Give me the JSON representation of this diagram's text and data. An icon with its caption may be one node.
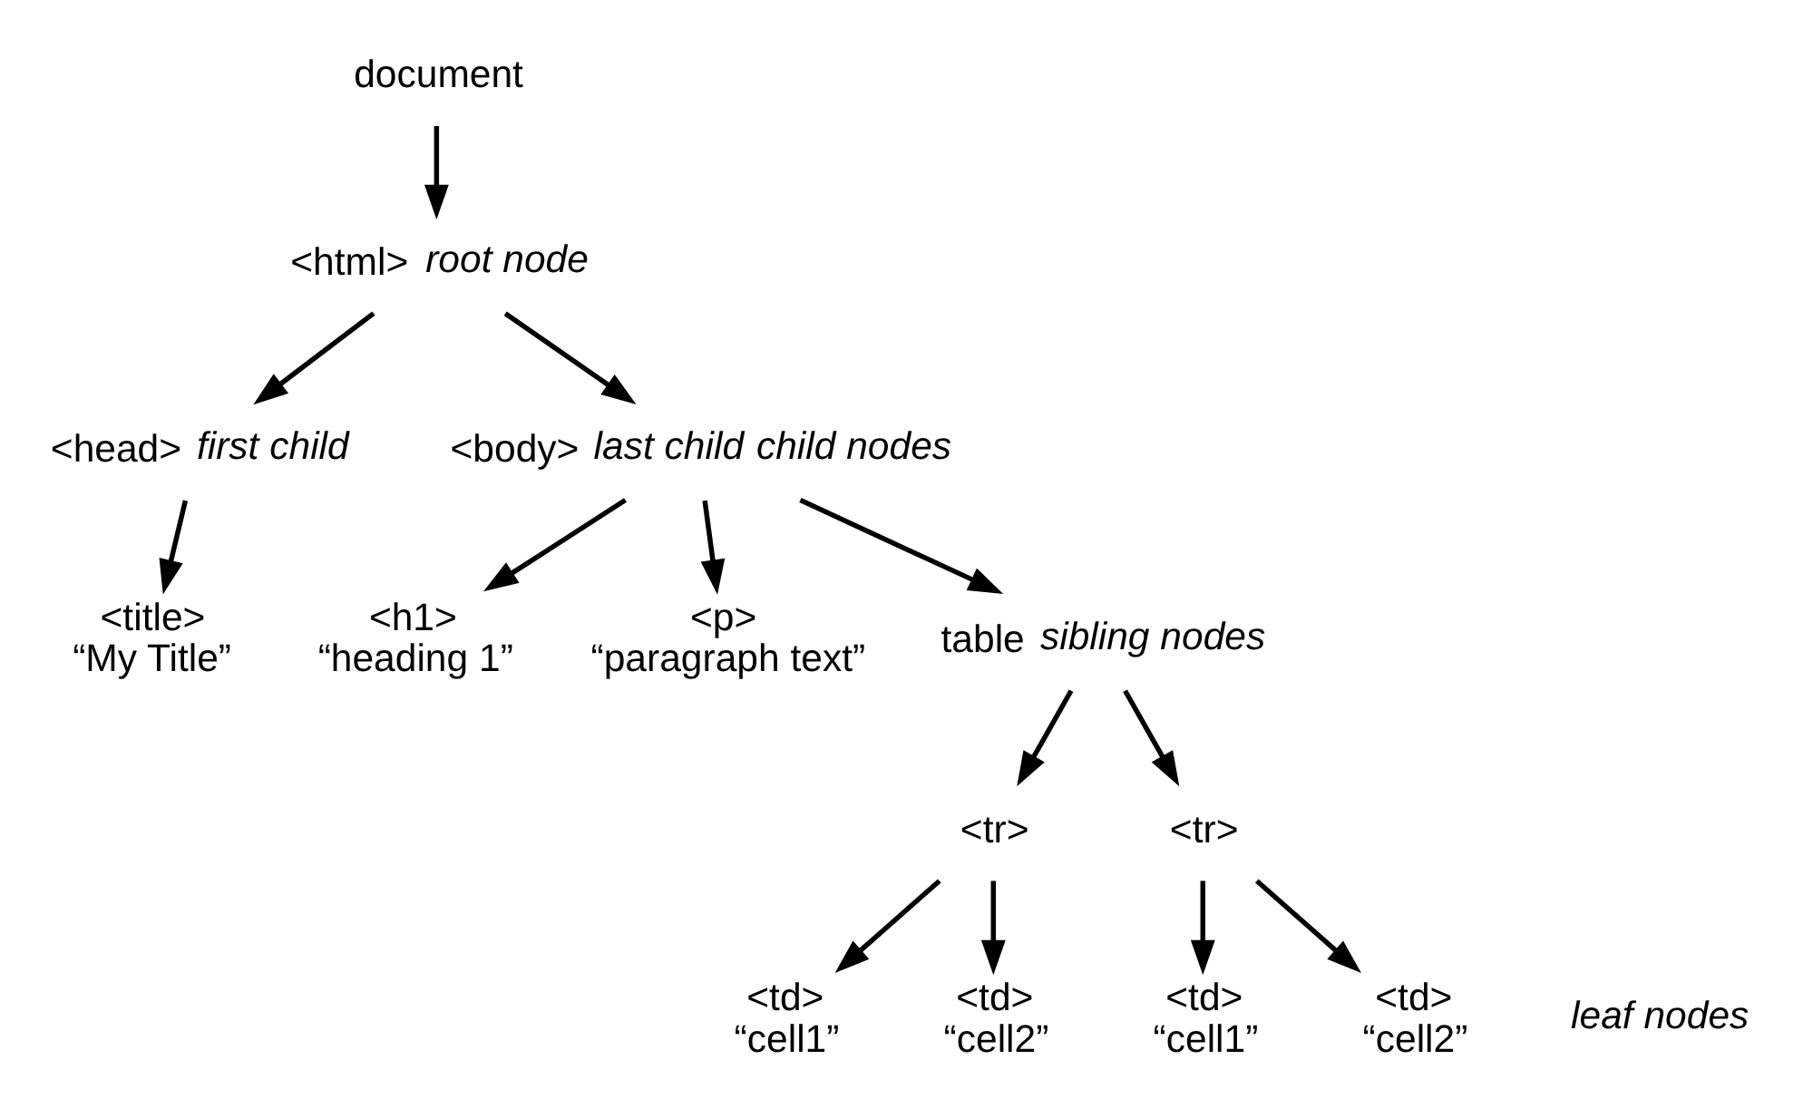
{
  "diagram": {
    "nodes": [
      {
        "text": [
          "document"
        ]
      },
      {
        "text": [
          "<html>"
        ],
        "beside": [
          "root node"
        ]
      },
      {
        "text": [
          "<head>"
        ],
        "beside": [
          "first child"
        ]
      },
      {
        "text": [
          "<body>"
        ],
        "beside": [
          "last child",
          "child nodes"
        ]
      },
      {
        "text": [
          "<title>",
          "“My Title”"
        ]
      },
      {
        "text": [
          "<h1>",
          "“heading 1”"
        ]
      },
      {
        "text": [
          "<p>",
          "“paragraph text”"
        ]
      },
      {
        "text": [
          "table"
        ],
        "beside": [
          "sibling nodes"
        ]
      },
      {
        "text": [
          "<tr>"
        ]
      },
      {
        "text": [
          "<tr>"
        ]
      },
      {
        "text": [
          "<td>",
          "“cell1”"
        ]
      },
      {
        "text": [
          "<td>",
          "“cell2”"
        ]
      },
      {
        "text": [
          "<td>",
          "“cell1”"
        ]
      },
      {
        "text": [
          "<td>",
          "“cell2”"
        ]
      }
    ],
    "edges": [
      {
        "from": 0,
        "to": 1,
        "arrow": "to"
      },
      {
        "from": 1,
        "to": 2,
        "arrow": "to"
      },
      {
        "from": 1,
        "to": 3,
        "arrow": "to"
      },
      {
        "from": 2,
        "to": 4,
        "arrow": "to"
      },
      {
        "from": 3,
        "to": 5,
        "arrow": "to"
      },
      {
        "from": 3,
        "to": 6,
        "arrow": "to"
      },
      {
        "from": 3,
        "to": 7,
        "arrow": "to"
      },
      {
        "from": 7,
        "to": 8,
        "arrow": "to"
      },
      {
        "from": 7,
        "to": 9,
        "arrow": "to"
      },
      {
        "from": 8,
        "to": 10,
        "arrow": "to"
      },
      {
        "from": 8,
        "to": 11,
        "arrow": "to"
      },
      {
        "from": 9,
        "to": 12,
        "arrow": "to"
      },
      {
        "from": 9,
        "to": 13,
        "arrow": "to"
      }
    ],
    "labels": [
      "leaf nodes"
    ]
  }
}
